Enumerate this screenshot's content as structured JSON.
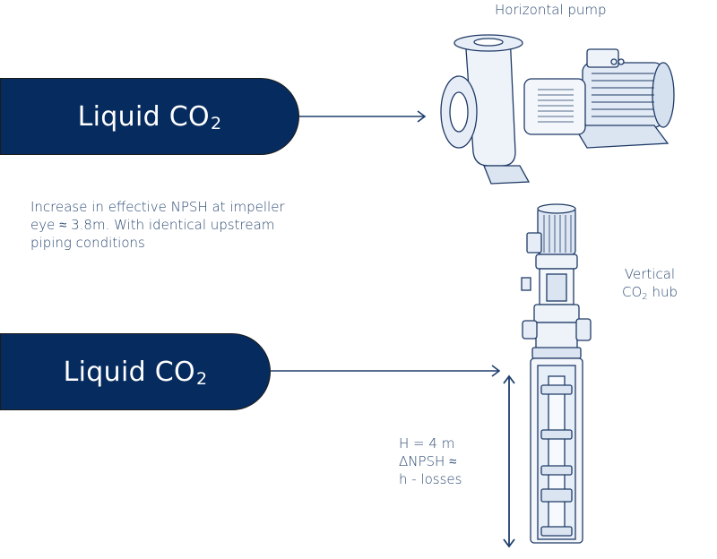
{
  "diagram": {
    "pills": [
      {
        "label": "Liquid CO",
        "subscript": "2"
      },
      {
        "label": "Liquid CO",
        "subscript": "2"
      }
    ],
    "note": {
      "lines": [
        "Increase in effective NPSH at impeller",
        "eye ≈ 3.8m. With identical upstream",
        "piping conditions"
      ]
    },
    "horizontal_pump": {
      "label": "Horizontal pump",
      "icon": "horizontal-centrifugal-pump-illustration"
    },
    "vertical_hub": {
      "label_line1": "Vertical",
      "label_line2_prefix": "CO",
      "label_line2_subscript": "2",
      "label_line2_suffix": " hub",
      "icon": "vertical-multistage-pump-illustration"
    },
    "height_annotation": {
      "lines": [
        "H = 4 m",
        "∆NPSH ≈",
        "h - losses"
      ]
    },
    "colors": {
      "pill_fill": "#062b5e",
      "line": "#1f3f6e",
      "text": "#2c4a72",
      "pump_fill": "#e4ecf6"
    }
  }
}
